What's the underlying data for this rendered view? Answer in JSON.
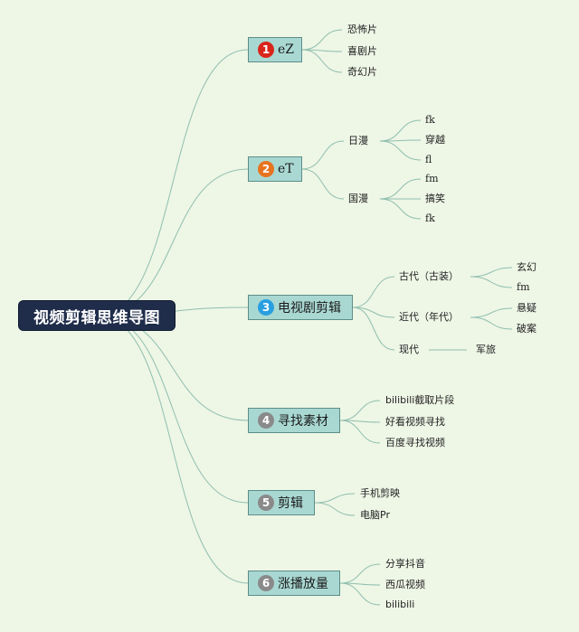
{
  "colors": {
    "background": "#eef6e6",
    "root_fill": "#1f2d4a",
    "branch_fill": "#a9d8d2",
    "link": "#8fbfae"
  },
  "root": {
    "label": "视频剪辑思维导图"
  },
  "branches": [
    {
      "num": "1",
      "label": "eZ",
      "badge_color": "#d9261c",
      "children": [
        {
          "label": "恐怖片"
        },
        {
          "label": "喜剧片"
        },
        {
          "label": "奇幻片"
        }
      ]
    },
    {
      "num": "2",
      "label": "eT",
      "badge_color": "#e8731f",
      "children": [
        {
          "label": "日漫",
          "children": [
            {
              "label": "fk"
            },
            {
              "label": "穿越"
            },
            {
              "label": "fl"
            }
          ]
        },
        {
          "label": "国漫",
          "children": [
            {
              "label": "fm"
            },
            {
              "label": "搞笑"
            },
            {
              "label": "fk"
            }
          ]
        }
      ]
    },
    {
      "num": "3",
      "label": "电视剧剪辑",
      "badge_color": "#2a9fe0",
      "children": [
        {
          "label": "古代（古装）",
          "children": [
            {
              "label": "玄幻"
            },
            {
              "label": "fm"
            }
          ]
        },
        {
          "label": "近代（年代）",
          "children": [
            {
              "label": "悬疑"
            },
            {
              "label": "破案"
            }
          ]
        },
        {
          "label": "现代",
          "children": [
            {
              "label": "军旅"
            }
          ]
        }
      ]
    },
    {
      "num": "4",
      "label": "寻找素材",
      "badge_color": "#8a8a8a",
      "children": [
        {
          "label": "bilibili截取片段"
        },
        {
          "label": "好看视频寻找"
        },
        {
          "label": "百度寻找视频"
        }
      ]
    },
    {
      "num": "5",
      "label": "剪辑",
      "badge_color": "#8a8a8a",
      "children": [
        {
          "label": "手机剪映"
        },
        {
          "label": "电脑Pr"
        }
      ]
    },
    {
      "num": "6",
      "label": "涨播放量",
      "badge_color": "#8a8a8a",
      "children": [
        {
          "label": "分享抖音"
        },
        {
          "label": "西瓜视频"
        },
        {
          "label": "bilibili"
        }
      ]
    }
  ]
}
